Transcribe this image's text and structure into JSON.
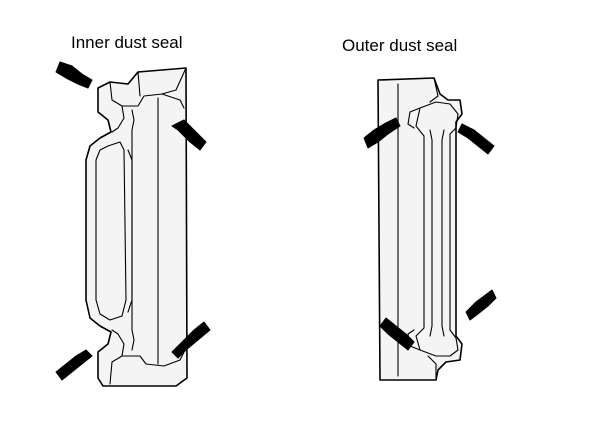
{
  "labels": {
    "inner": "Inner dust seal",
    "outer": "Outer dust seal"
  },
  "arrows": {
    "inner_count": 4,
    "outer_count": 4
  },
  "colors": {
    "ink": "#000000",
    "background": "#ffffff"
  }
}
